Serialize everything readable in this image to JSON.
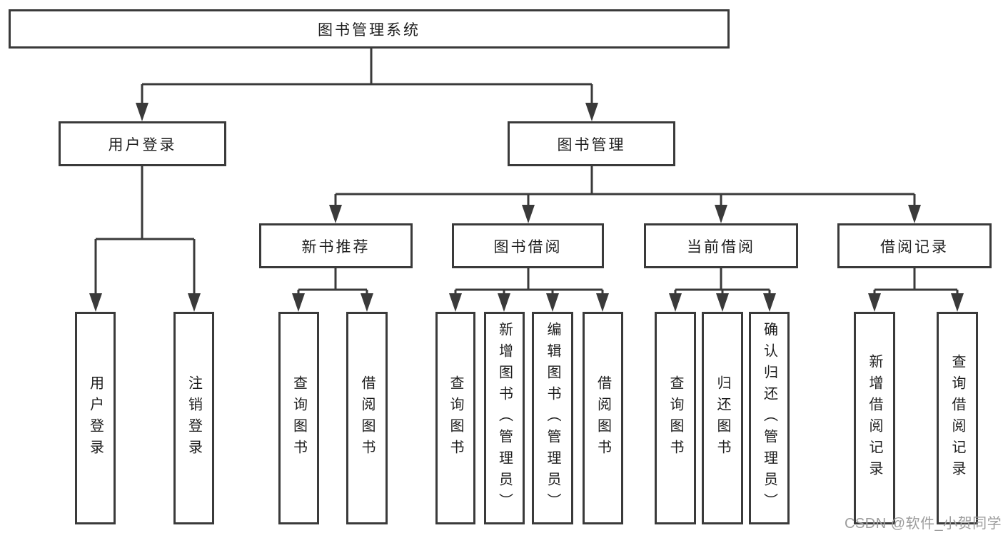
{
  "colors": {
    "background": "#ffffff",
    "line": "#3a3a3a",
    "box_border": "#3a3a3a",
    "text": "#1e1e1e",
    "watermark": "#9c9c9c"
  },
  "tree": {
    "root": "图书管理系统",
    "branches": [
      {
        "label": "用户登录",
        "children": [
          "用户登录",
          "注销登录"
        ]
      },
      {
        "label": "图书管理",
        "sections": [
          {
            "label": "新书推荐",
            "children": [
              "查询图书",
              "借阅图书"
            ]
          },
          {
            "label": "图书借阅",
            "children": [
              "查询图书",
              "新增图书（管理员）",
              "编辑图书（管理员）",
              "借阅图书"
            ]
          },
          {
            "label": "当前借阅",
            "children": [
              "查询图书",
              "归还图书",
              "确认归还（管理员）"
            ]
          },
          {
            "label": "借阅记录",
            "children": [
              "新增借阅记录",
              "查询借阅记录"
            ]
          }
        ]
      }
    ]
  },
  "watermark": {
    "text": "CSDN @软件_小贺同学"
  }
}
